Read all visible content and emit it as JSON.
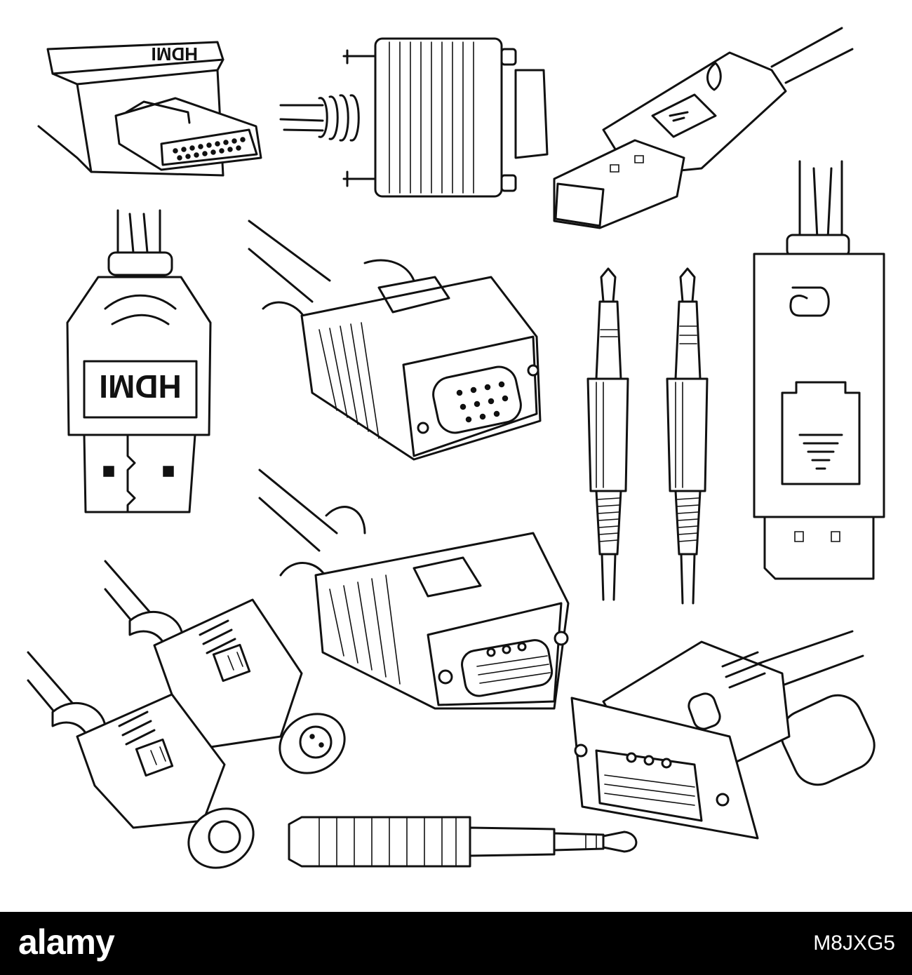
{
  "artwork": {
    "connector_labels": {
      "hdmi_top": "HDMI",
      "hdmi_front": "HDMI"
    },
    "icons": [
      "hdmi-plug-icon",
      "vga-side-icon",
      "displayport-plug-icon",
      "vga-female-icon",
      "audio-jack-icon",
      "displayport-vertical-icon",
      "vga-male-icon",
      "ps2-plug-icon",
      "dvi-plug-icon"
    ]
  },
  "footer": {
    "brand": "alamy",
    "image_id": "M8JXG5",
    "background": "#000000",
    "text_color": "#ffffff"
  }
}
